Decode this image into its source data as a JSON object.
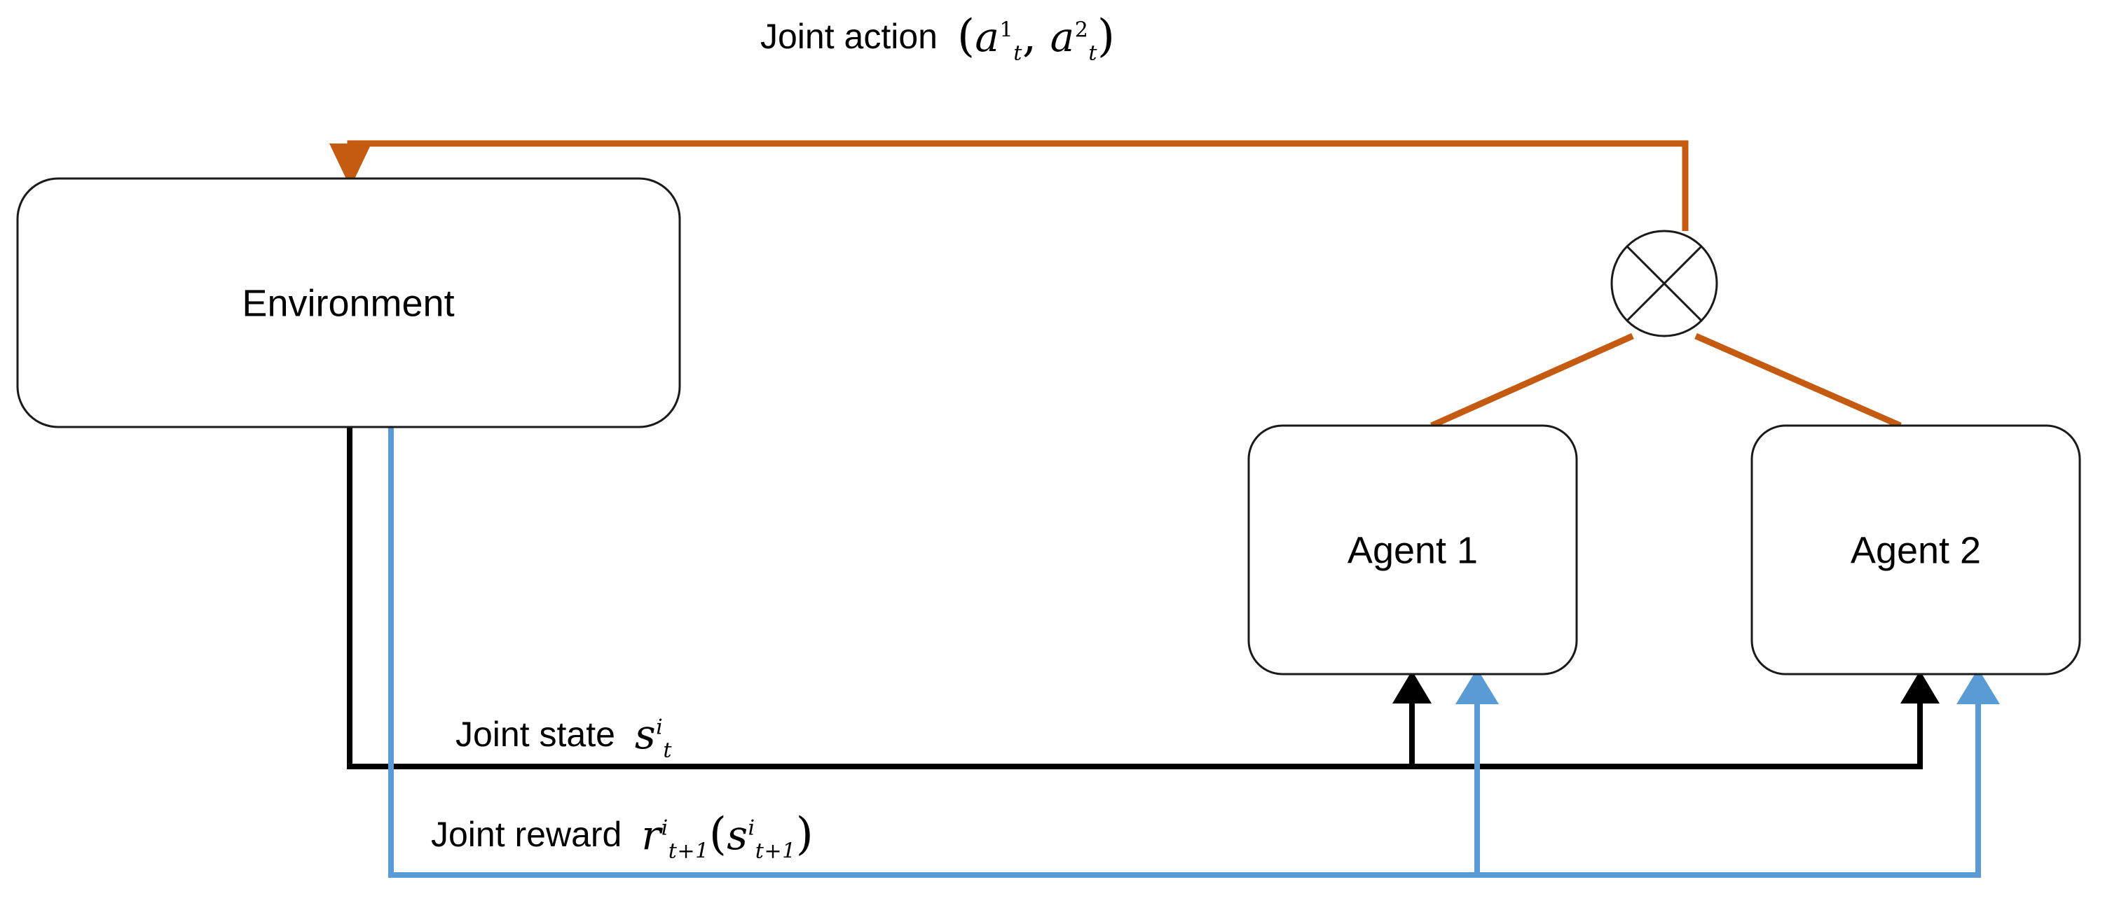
{
  "diagram": {
    "title": "Multi-agent reinforcement learning interaction loop",
    "colors": {
      "action_edge": "#C55A11",
      "state_edge": "#000000",
      "reward_edge": "#5B9BD5",
      "node_border": "#1a1a1a",
      "node_fill": "#ffffff",
      "background": "#ffffff"
    },
    "nodes": {
      "environment": {
        "label": "Environment"
      },
      "agent1": {
        "label": "Agent 1"
      },
      "agent2": {
        "label": "Agent 2"
      },
      "combiner": {
        "label": "",
        "icon": "circle-cross-operator"
      }
    },
    "edges": {
      "joint_action": {
        "text": "Joint action",
        "symbol_base": "a",
        "symbol_sup_1": "1",
        "symbol_sub_1": "t",
        "symbol_sup_2": "2",
        "symbol_sub_2": "t",
        "open_paren": "(",
        "comma": ",",
        "close_paren": ")",
        "color": "#C55A11",
        "direction": "agents-to-environment"
      },
      "joint_state": {
        "text": "Joint state",
        "symbol_base": "s",
        "symbol_sup": "i",
        "symbol_sub": "t",
        "color": "#000000",
        "direction": "environment-to-agents"
      },
      "joint_reward": {
        "text": "Joint reward",
        "symbol_base": "r",
        "symbol_sup": "i",
        "symbol_sub": "t+1",
        "arg_open": "(",
        "arg_base": "s",
        "arg_sup": "i",
        "arg_sub": "t+1",
        "arg_close": ")",
        "color": "#5B9BD5",
        "direction": "environment-to-agents"
      }
    }
  }
}
